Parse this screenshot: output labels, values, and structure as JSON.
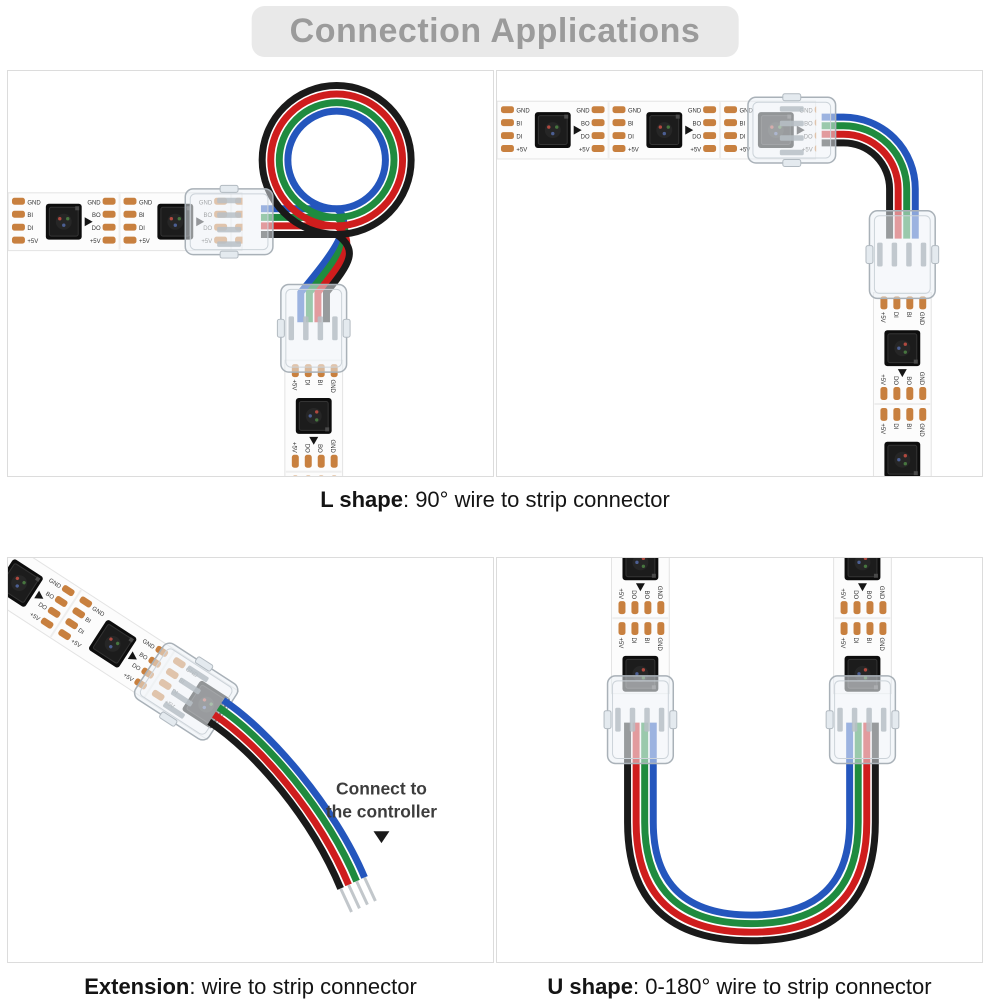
{
  "header": {
    "title": "Connection Applications"
  },
  "captions": {
    "l_shape": {
      "label": "L shape",
      "description": ": 90° wire to strip connector"
    },
    "extension": {
      "label": "Extension",
      "description": ": wire to strip connector"
    },
    "u_shape": {
      "label": "U shape",
      "description": ": 0-180° wire to strip connector"
    }
  },
  "annotation": {
    "line1": "Connect to",
    "line2": "the controller"
  },
  "strip": {
    "output_pad_labels": [
      "GND",
      "BO",
      "DO",
      "+5V"
    ],
    "input_pad_labels": [
      "GND",
      "BI",
      "DI",
      "+5V"
    ],
    "pad_color": "#c8803f",
    "pcb_color": "#fcfcfc"
  },
  "wires": {
    "top_to_bottom_order": [
      "blue",
      "green",
      "red",
      "black"
    ],
    "u_order_outer_to_inner": [
      "black",
      "red",
      "green",
      "blue"
    ],
    "colors": {
      "blue": "#2456bd",
      "green": "#1f8b3f",
      "red": "#cf1d1d",
      "black": "#1a1a1a"
    }
  }
}
